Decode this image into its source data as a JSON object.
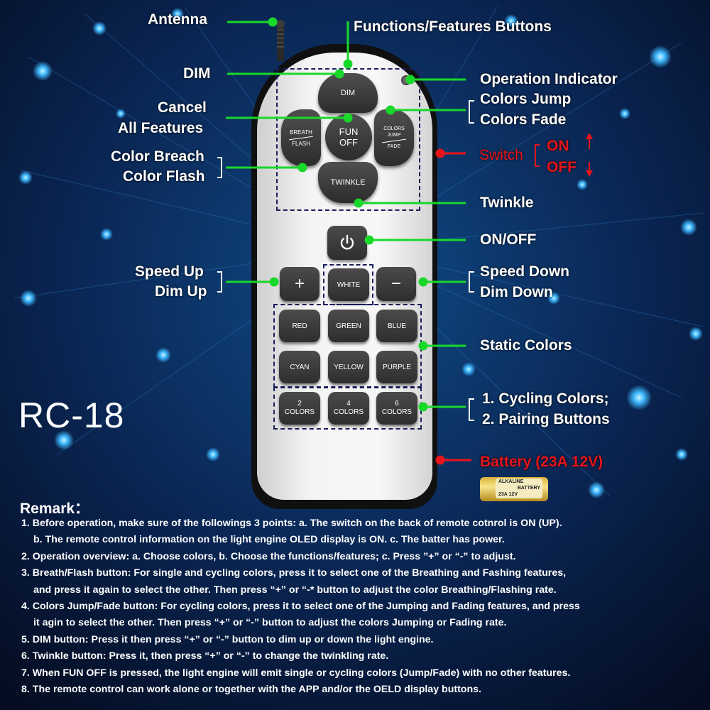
{
  "model": "RC-18",
  "colors": {
    "label": "#ffffff",
    "line": "#18d82a",
    "warning": "#e8141b",
    "button": "#3a3a3a",
    "remote_body": "#f2f2f2"
  },
  "buttons": {
    "dim": "DIM",
    "fun_off_1": "FUN",
    "fun_off_2": "OFF",
    "breath": "BREATH",
    "flash": "FLASH",
    "colors_jump_1": "COLORS",
    "colors_jump_2": "JUMP",
    "fade": "FADE",
    "twinkle": "TWINKLE",
    "power_icon": "power-icon",
    "plus": "+",
    "minus": "−",
    "white": "WHITE",
    "red": "RED",
    "green": "GREEN",
    "blue": "BLUE",
    "cyan": "CYAN",
    "yellow": "YELLOW",
    "purple": "PURPLE",
    "c2_num": "2",
    "c4_num": "4",
    "c6_num": "6",
    "colors_word": "COLORS"
  },
  "labels": {
    "antenna": "Antenna",
    "functions": "Functions/Features Buttons",
    "dim": "DIM",
    "operation_indicator": "Operation Indicator",
    "colors_jump": "Colors Jump",
    "colors_fade": "Colors Fade",
    "cancel": "Cancel",
    "all_features": "All Features",
    "color_breach": "Color Breach",
    "color_flash": "Color Flash",
    "switch": "Switch",
    "on": "ON",
    "off": "OFF",
    "twinkle": "Twinkle",
    "on_off": "ON/OFF",
    "speed_up": "Speed Up",
    "dim_up": "Dim Up",
    "speed_down": "Speed Down",
    "dim_down": "Dim Down",
    "static_colors": "Static Colors",
    "cycling_colors": "1. Cycling Colors;",
    "pairing_buttons": "2. Pairing Buttons",
    "battery": "Battery (23A 12V)"
  },
  "battery_cell": {
    "line1": "ALKALINE",
    "line2": "BATTERY",
    "line3": "23A 12V"
  },
  "remark_title": "Remark：",
  "notes": [
    "1. Before operation, make sure of the followings 3 points: a. The switch on the back of remote cotnrol is ON (UP).",
    "b. The remote control information on the light engine OLED display is ON. c. The batter has power.",
    "2. Operation overview: a. Choose colors, b. Choose the functions/features; c. Press ”+” or “-” to adjust.",
    "3. Breath/Flash button: For single and cycling colors,  press it to select one of the Breathing and Fashing features,",
    "and press it again to select the other. Then press “+” or “-* button to adjust the color Breathing/Flashing rate.",
    "4. Colors Jump/Fade button:  For cycling colors, press it to select one of the Jumping and Fading features, and press",
    "it agin to select the other. Then press “+” or “-” button to adjust the colors Jumping or Fading rate.",
    "5. DIM button: Press it then press “+” or “-” button to dim up or down the light engine.",
    "6. Twinkle button: Press it, then press “+” or “-” to change the twinkling rate.",
    "7. When FUN OFF is pressed, the light engine will emit single or cycling colors (Jump/Fade) with no other features.",
    "8. The remote control can work alone or together with the APP and/or the OELD display buttons."
  ]
}
